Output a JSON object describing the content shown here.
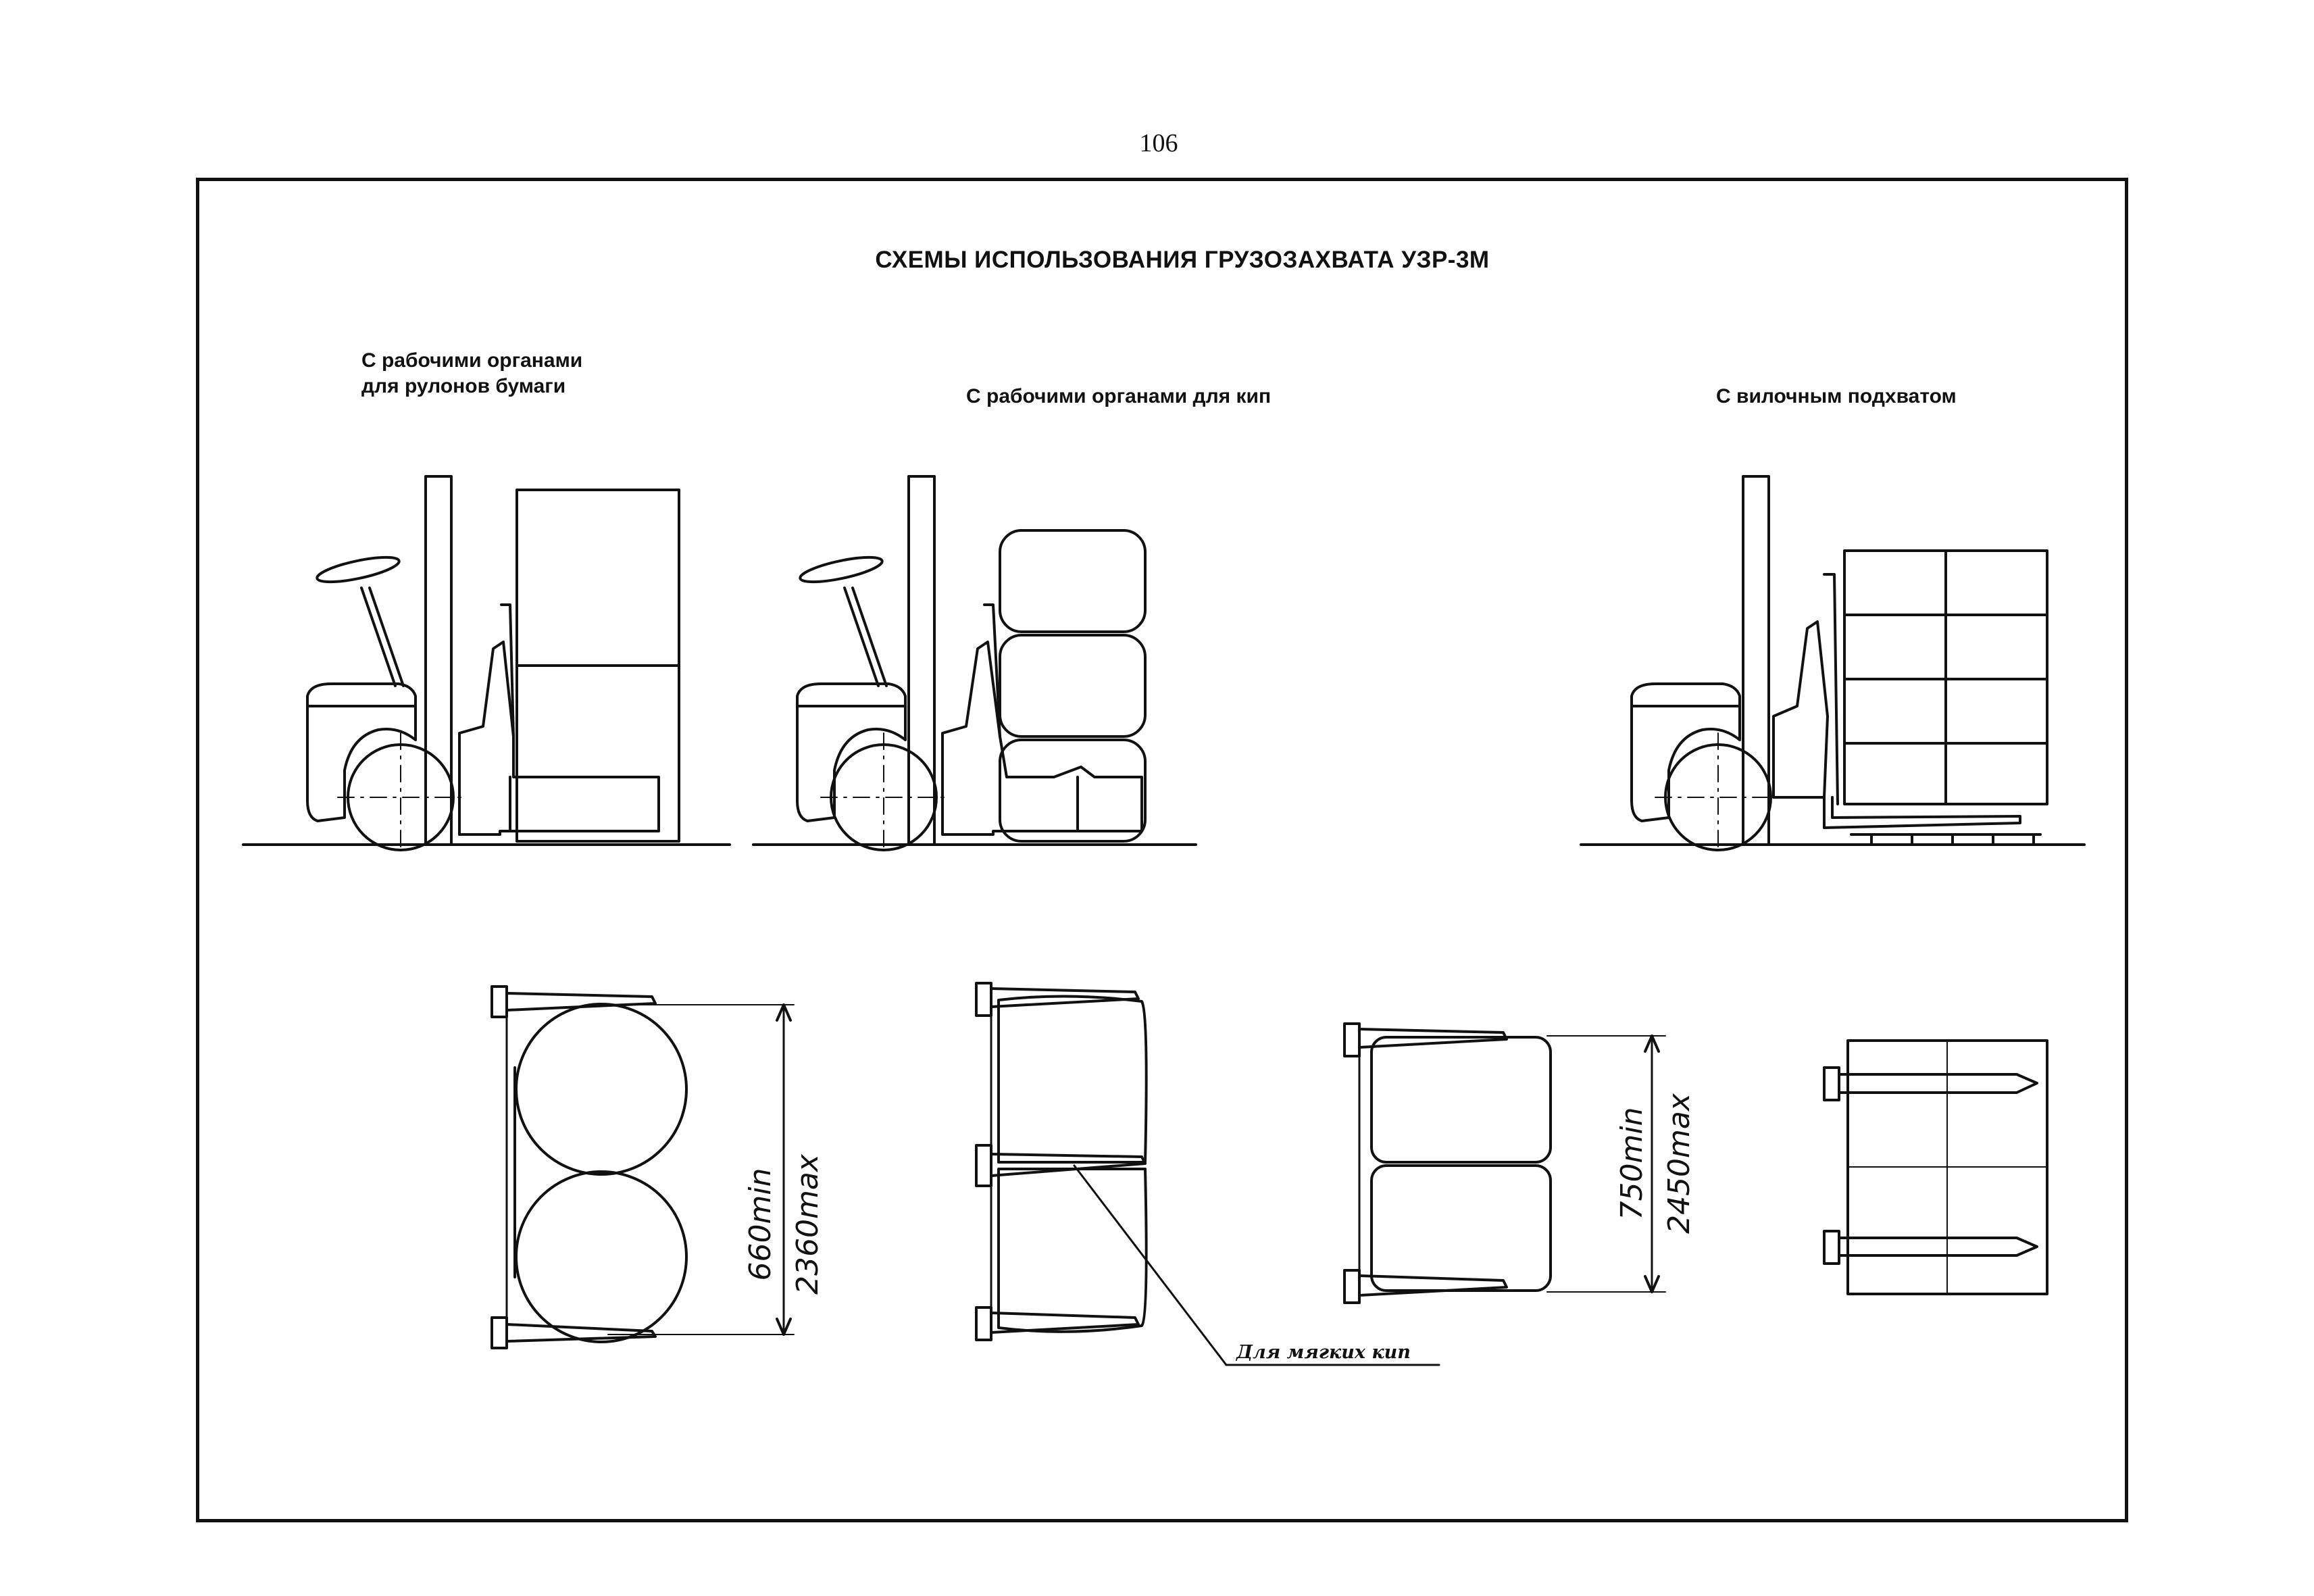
{
  "page": {
    "number": "106"
  },
  "title": "СХЕМЫ ИСПОЛЬЗОВАНИЯ ГРУЗОЗАХВАТА УЗР-3М",
  "captions": [
    {
      "line1": "С рабочими органами",
      "line2": "для рулонов бумаги"
    },
    {
      "line1": "С рабочими органами для кип"
    },
    {
      "line1": "С вилочным подхватом"
    }
  ],
  "dimensions": {
    "rolls": {
      "min": "660min",
      "max": "2360max"
    },
    "bales": {
      "min": "750min",
      "max": "2450max"
    }
  },
  "notes": {
    "soft_bales": "Для мягких кип"
  }
}
